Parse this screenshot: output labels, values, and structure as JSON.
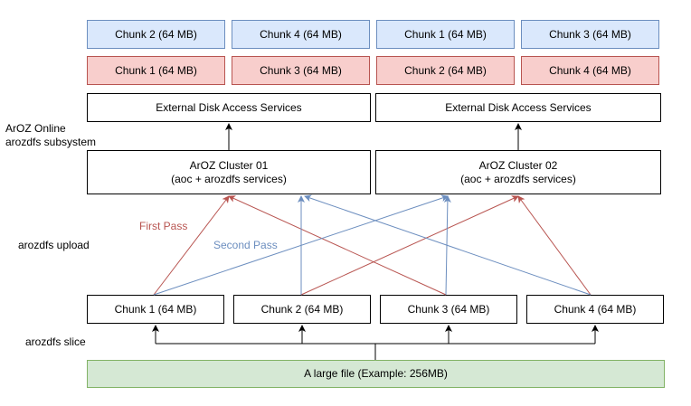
{
  "top_blue": [
    "Chunk 2 (64 MB)",
    "Chunk 4 (64 MB)",
    "Chunk 1 (64 MB)",
    "Chunk 3 (64 MB)"
  ],
  "top_red": [
    "Chunk 1 (64 MB)",
    "Chunk 3 (64 MB)",
    "Chunk 2 (64 MB)",
    "Chunk 4 (64 MB)"
  ],
  "services": [
    "External Disk Access Services",
    "External Disk Access Services"
  ],
  "clusters": [
    {
      "title": "ArOZ Cluster 01",
      "sub": "(aoc + arozdfs services)"
    },
    {
      "title": "ArOZ Cluster 02",
      "sub": "(aoc + arozdfs services)"
    }
  ],
  "chunks": [
    "Chunk 1 (64 MB)",
    "Chunk 2 (64 MB)",
    "Chunk 3 (64 MB)",
    "Chunk 4 (64 MB)"
  ],
  "file_label": "A large file (Example: 256MB)",
  "labels": {
    "subsystem_line1": "ArOZ Online",
    "subsystem_line2": "arozdfs subsystem",
    "upload": "arozdfs upload",
    "slice": "arozdfs slice",
    "first_pass": "First Pass",
    "second_pass": "Second Pass"
  },
  "colors": {
    "first_pass": "#b85450",
    "second_pass": "#6c8ebf",
    "arrow": "#000000"
  }
}
